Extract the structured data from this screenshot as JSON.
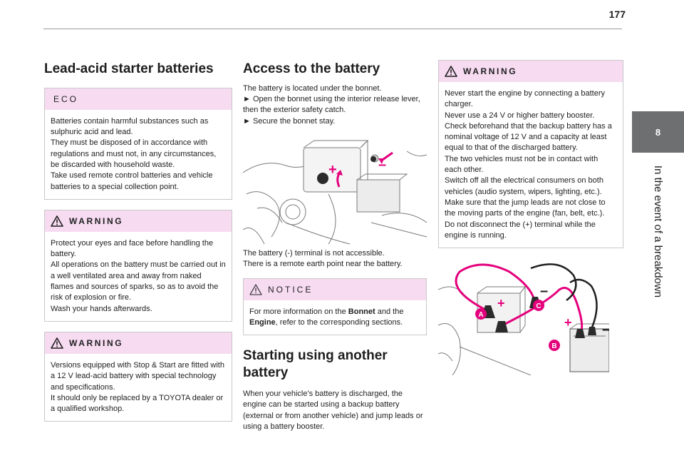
{
  "page": {
    "number": "177"
  },
  "side": {
    "chapter": "8",
    "title": "In the event of a breakdown"
  },
  "col1": {
    "heading": "Lead-acid starter batteries",
    "eco": {
      "label": "ECO",
      "text": "Batteries contain harmful substances such as sulphuric acid and lead.\nThey must be disposed of in accordance with regulations and must not, in any circumstances, be discarded with household waste.\nTake used remote control batteries and vehicle batteries to a special collection point."
    },
    "warning1": {
      "label": "WARNING",
      "text": "Protect your eyes and face before handling the battery.\nAll operations on the battery must be carried out in a well ventilated area and away from naked flames and sources of sparks, so as to avoid the risk of explosion or fire.\nWash your hands afterwards."
    },
    "warning2": {
      "label": "WARNING",
      "text": "Versions equipped with Stop & Start are fitted with a 12 V lead-acid battery with special technology and specifications.\nIt should only be replaced by a TOYOTA dealer or a qualified workshop."
    }
  },
  "col2": {
    "heading": "Access to the battery",
    "intro": "The battery is located under the bonnet.\n► Open the bonnet using the interior release lever, then the exterior safety catch.\n► Secure the bonnet stay.",
    "figure_caption": "The battery (-) terminal is not accessible.\nThere is a remote earth point near the battery.",
    "notice": {
      "label": "NOTICE",
      "text_a": "For more information on the ",
      "bold_a": "Bonnet",
      "text_b": " and the ",
      "bold_b": "Engine",
      "text_c": ", refer to the corresponding sections."
    },
    "heading2": "Starting using another battery",
    "text2": "When your vehicle's battery is discharged, the engine can be started using a backup battery (external or from another vehicle) and jump leads or using a battery booster."
  },
  "col3": {
    "warning": {
      "label": "WARNING",
      "text": "Never start the engine by connecting a battery charger.\nNever use a 24 V or higher battery booster.\nCheck beforehand that the backup battery has a nominal voltage of 12 V and a capacity at least equal to that of the discharged battery.\nThe two vehicles must not be in contact with each other.\nSwitch off all the electrical consumers on both vehicles (audio system, wipers, lighting, etc.).\nMake sure that the jump leads are not close to the moving parts of the engine (fan, belt, etc.).\nDo not disconnect the (+) terminal while the engine is running."
    },
    "figure_labels": {
      "a": "A",
      "b": "B",
      "c": "C",
      "plus": "+",
      "minus": "–"
    }
  },
  "figure1_labels": {
    "plus": "+",
    "minus": "–"
  },
  "colors": {
    "accent": "#e4007c",
    "box_header": "#f6dbf1",
    "tab": "#6d6f70"
  }
}
